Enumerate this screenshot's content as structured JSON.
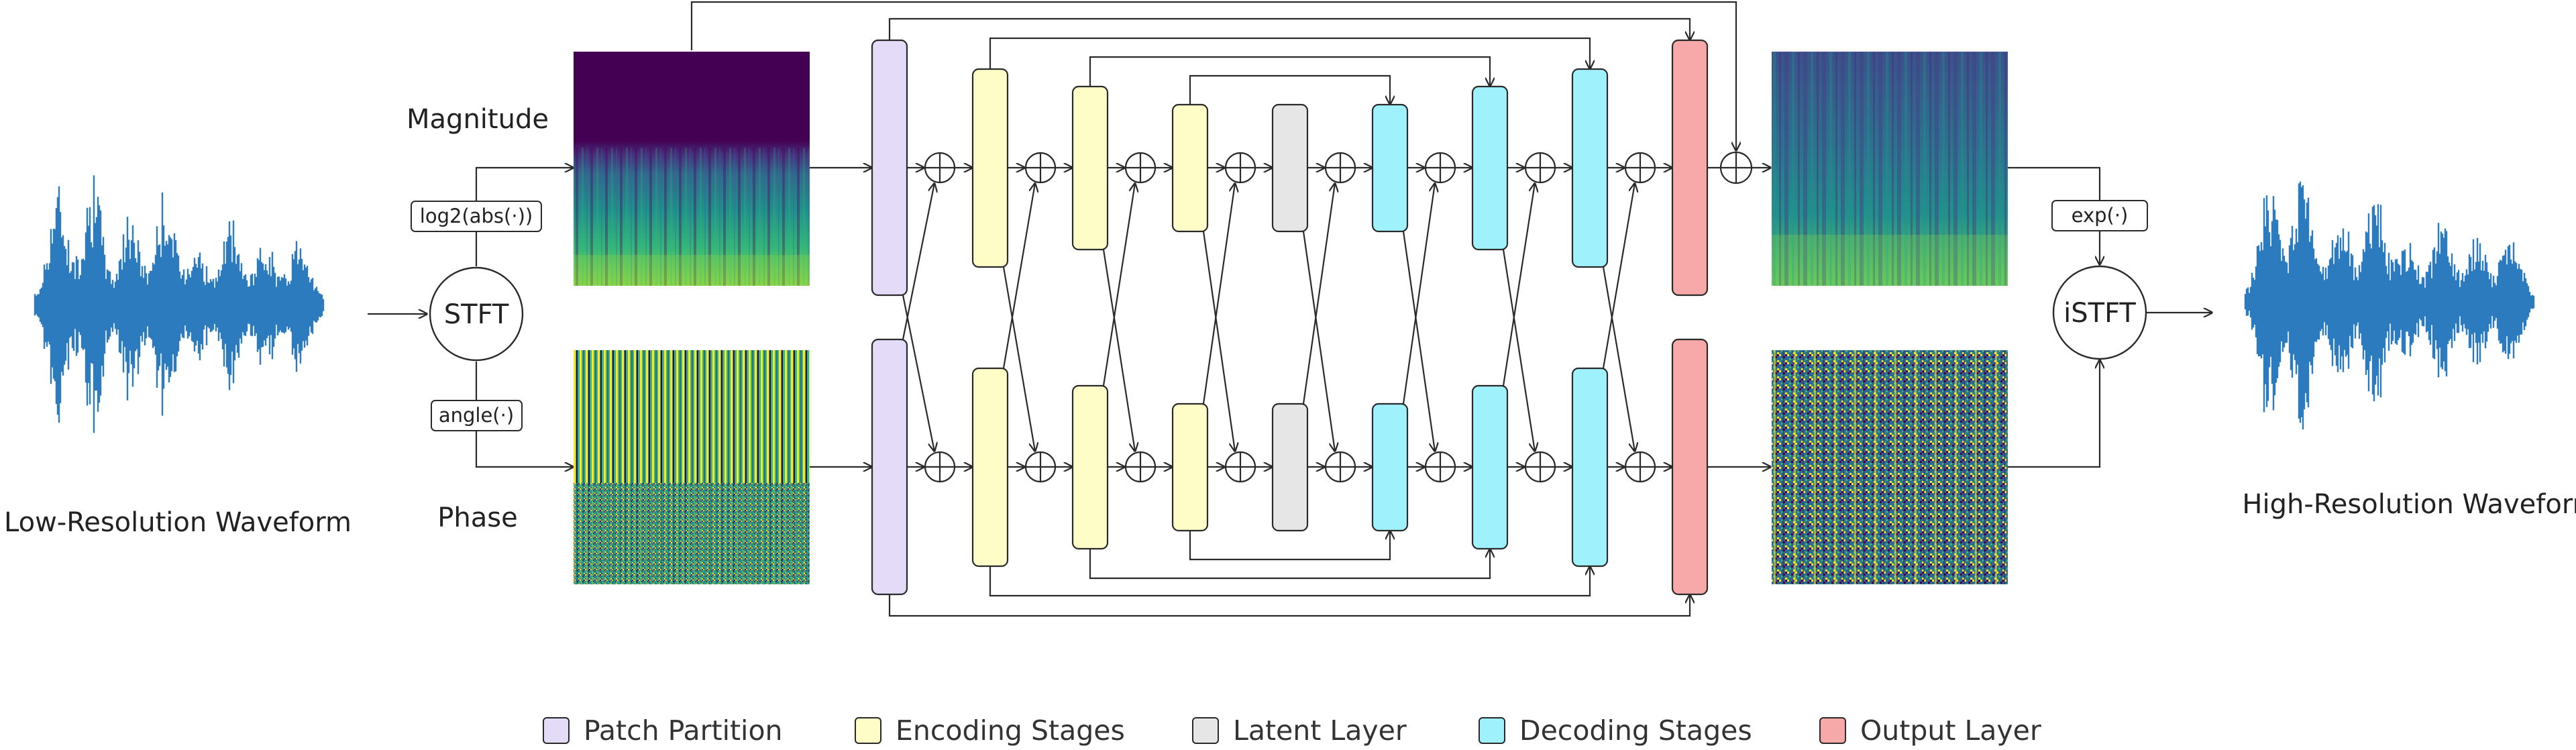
{
  "labels": {
    "low_res": "Low-Resolution Waveform",
    "high_res": "High-Resolution Waveform",
    "magnitude": "Magnitude",
    "phase": "Phase",
    "stft": "STFT",
    "istft": "iSTFT",
    "log_op": "log2(abs(·))",
    "angle_op": "angle(·)",
    "exp_op": "exp(·)"
  },
  "legend": [
    {
      "label": "Patch Partition",
      "color": "#e3dbf7"
    },
    {
      "label": "Encoding Stages",
      "color": "#fefcc7"
    },
    {
      "label": "Latent Layer",
      "color": "#e6e6e6"
    },
    {
      "label": "Decoding Stages",
      "color": "#9ff2fc"
    },
    {
      "label": "Output Layer",
      "color": "#f7a9a9"
    }
  ],
  "colors": {
    "waveform": "#2d7bbf",
    "stroke": "#2a2a2a",
    "viridis_dark": "#440154",
    "viridis_blue": "#31688e",
    "viridis_teal": "#21918c",
    "viridis_green": "#35b779",
    "viridis_yellow": "#fde725"
  }
}
